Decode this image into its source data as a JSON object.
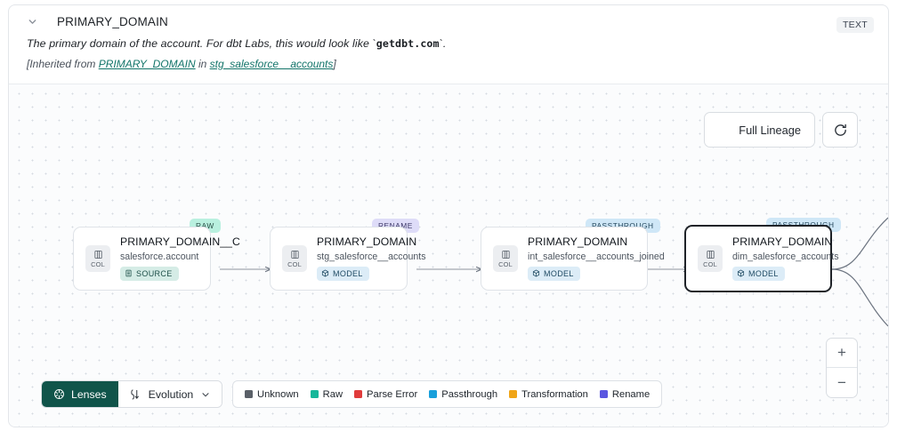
{
  "header": {
    "chevron_icon": "chevron-down-icon",
    "column_name": "PRIMARY_DOMAIN",
    "type_badge": "TEXT",
    "description_pre": "The primary domain of the account. For dbt Labs, this would look like `",
    "description_code": "getdbt.com",
    "description_post": "`.",
    "inherited_pre": "[Inherited from ",
    "inherited_link1": "PRIMARY_DOMAIN",
    "inherited_mid": " in ",
    "inherited_link2": "stg_salesforce__accounts",
    "inherited_post": "]"
  },
  "controls": {
    "full_lineage_label": "Full Lineage",
    "full_lineage_icon": "expand-corners-icon",
    "refresh_icon": "refresh-icon",
    "zoom_in_label": "+",
    "zoom_out_label": "−",
    "zoom_in_icon": "plus-icon",
    "zoom_out_icon": "minus-icon"
  },
  "lineage": {
    "nodes": [
      {
        "tag": "RAW",
        "tag_kind": "raw",
        "chip_label": "COL",
        "chip_icon": "column-icon",
        "column": "PRIMARY_DOMAIN__C",
        "table": "salesforce.account",
        "kind": "SOURCE",
        "kind_icon": "database-icon",
        "kind_class": "kind-source",
        "selected": false
      },
      {
        "tag": "RENAME",
        "tag_kind": "rename",
        "chip_label": "COL",
        "chip_icon": "column-icon",
        "column": "PRIMARY_DOMAIN",
        "table": "stg_salesforce__accounts",
        "kind": "MODEL",
        "kind_icon": "cube-icon",
        "kind_class": "kind-model",
        "selected": false
      },
      {
        "tag": "PASSTHROUGH",
        "tag_kind": "passthrough",
        "chip_label": "COL",
        "chip_icon": "column-icon",
        "column": "PRIMARY_DOMAIN",
        "table": "int_salesforce__accounts_joined",
        "kind": "MODEL",
        "kind_icon": "cube-icon",
        "kind_class": "kind-model",
        "selected": false
      },
      {
        "tag": "PASSTHROUGH",
        "tag_kind": "passthrough",
        "chip_label": "COL",
        "chip_icon": "column-icon",
        "column": "PRIMARY_DOMAIN",
        "table": "dim_salesforce_accounts",
        "kind": "MODEL",
        "kind_icon": "cube-icon",
        "kind_class": "kind-model",
        "selected": true
      }
    ]
  },
  "toolbar": {
    "lenses_label": "Lenses",
    "lenses_icon": "aperture-icon",
    "evolution_label": "Evolution",
    "evolution_icon": "evolution-icon",
    "evolution_caret_icon": "chevron-down-icon"
  },
  "legend": {
    "items": [
      {
        "label": "Unknown",
        "color": "#5a6068"
      },
      {
        "label": "Raw",
        "color": "#16b79a"
      },
      {
        "label": "Parse Error",
        "color": "#e03b3b"
      },
      {
        "label": "Passthrough",
        "color": "#19a0db"
      },
      {
        "label": "Transformation",
        "color": "#f0a517"
      },
      {
        "label": "Rename",
        "color": "#5a56e0"
      }
    ]
  },
  "colors": {
    "accent_green": "#10544a",
    "link_teal": "#127469",
    "canvas_bg": "#fbfcfd",
    "selected_border": "#1f2328"
  }
}
